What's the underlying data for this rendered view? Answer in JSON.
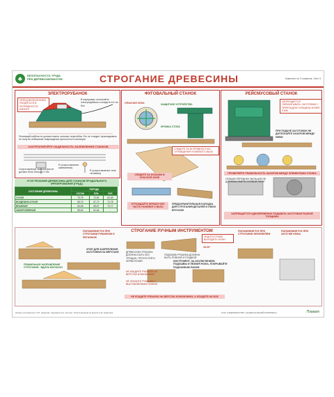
{
  "header": {
    "brand_line1": "БЕЗОПАСНОСТЬ ТРУДА",
    "brand_line2": "ПРИ ДЕРЕВООБРАБОТКЕ",
    "title": "СТРОГАНИЕ ДРЕВЕСИНЫ",
    "set_note": "Комплект из 3 плакатов. Лист 3"
  },
  "planer": {
    "title": "ЭЛЕКТРОРУБАНОК",
    "warn_top": "ПЕРЕД ВКЛЮЧЕНИЕМ УБЕДИТЬСЯ В ИСПРАВНОСТИ КАБЕЛЯ",
    "note1": "В перерывах отключайте электрорубанок и кладите его на бок",
    "note2": "Питающий кабель не должен иметь сильных перегибов. Его не следует прокладывать по полу во избежание повреждения целостности изоляции",
    "check_title": "КОНТРОЛИРУЙТЕ НАДЕЖНОСТЬ ЗАЗЕМЛЕНИЯ СТАНКОВ",
    "resist1": "Сопротивление заземления не должно быть больше 4 Ом",
    "resist2": "R (сопротивление заземления)",
    "resist3": "R (сопротивление тела человека)"
  },
  "modes": {
    "title": "УГОЛ РЕЗАНИЯ ДРЕВЕСИНЫ ДЛЯ СТАНКОВ ПРОДОЛЬНОГО ФРЕЗЕРОВАНИЯ (ГРАД.)",
    "col_state": "СОСТОЯНИЕ ДРЕВЕСИНЫ",
    "col_species": "ПОРОДА",
    "cols": [
      "СОСНА",
      "ЕЛЬ",
      "БУК"
    ],
    "rows": [
      {
        "mat": "СУХАЯ",
        "v": [
          "70-75",
          "72-81",
          "61-69"
        ]
      },
      {
        "mat": "ВОЗДУШНО-СУХАЯ",
        "v": [
          "65-70",
          "67-72",
          "71-75"
        ]
      },
      {
        "mat": "ВЛАЖНАЯ",
        "v": [
          "60-65",
          "65-67",
          "72-77"
        ]
      },
      {
        "mat": "ЗАМОРОЖЕННАЯ",
        "v": [
          "55-62",
          "61-64",
          "-"
        ]
      }
    ]
  },
  "jointer": {
    "title": "ФУГОВАЛЬНЫЙ СТАНОК",
    "danger": "ОПАСНАЯ ЗОНА",
    "guard": "ЗАЩИТНОЕ УСТРОЙСТВО",
    "edge": "КРОМКА СТОЛА",
    "note_knife": "СЛЕДИТЕ ЗА НОЖАМИ В ОПАСНОЙ ЗОНЕ",
    "check_knives": "СЛЕДИТЕ ЗА ИСПРАВНОСТЬЮ ОГРАЖДЕНИЯ НОЖЕВОГО ВАЛА",
    "bar_note": "ОГРАЖДАЙТЕ НЕРАБОЧУЮ ЧАСТЬ НОЖЕВОГО ВАЛА",
    "push_note": "ПРЕДОХРАНИТЕЛЬНАЯ КОЛОДКА ДЛЯ СТРОГАНИЯ ДЕТАЛЕЙ И УЗКИХ БРУСКОВ"
  },
  "thickness": {
    "title": "РЕЙСМУСОВЫЙ СТАНОК",
    "warn": "ЗАПРЕЩАЕТСЯ ОБРАБАТЫВАТЬ ЗАГОТОВКИ С ПЕРЕПАДОМ ТОЛЩИНЫ БОЛЕЕ 5 ММ",
    "feed_note": "ПРИ ПОДАЧЕ ЗАГОТОВОК НЕ ДОПУСКАЙТЕ ЗАЗОРОВ МЕЖДУ НИМИ",
    "gap_check": "ПРОВЕРЯЙТЕ ПРАВИЛЬНОСТЬ ЗАЗОРОВ МЕЖДУ ЭЛЕМЕНТАМИ СТАНКА",
    "roller_note": "СЕКЦИИ ПЕРЕДНИХ ВАЛЬЦОВ НЕ ДОЛЖНЫ ИМЕТЬ ОСЕВОЙ ЛЮФТ",
    "sync_note": "ЗАПРЕЩАЕТСЯ ОДНОВРЕМЕННО ПОДАВАТЬ ЗАГОТОВКИ РАЗНОЙ ТОЛЩИНЫ"
  },
  "hand": {
    "title": "СТРОГАНИЕ РУЧНЫМ ИНСТРУМЕНТОМ",
    "hands_left": "ПОЛОЖЕНИЕ РУК ПРИ СТРОГАНИИ РУБАНКОМ И ФУГАНКОМ",
    "stop": "УПОР ДЛЯ ЗАКРЕПЛЕНИЯ ЗАГОТОВКИ НА ВЕРСТАКЕ",
    "direction": "ПРАВИЛЬНОЕ НАПРАВЛЕНИЕ СТРОГАНИЯ - ВДОЛЬ ВОЛОКОН",
    "wood": "ДРЕВЕСИНА РУБАНКА ДОЛЖНА БЫТЬ БЕЗ ТРЕЩИН, ПРОГОСТЕЙ И ЧЕРВОТОЧИН",
    "knife_rule": "НЕДОПУСТИМО ВЫХОДИТЬ НОЖУ",
    "angle": "25-30°",
    "sole": "ПОДОШВА РУБАНКА ДОЛЖНА БЫТЬ РОВНОЙ И ГЛАДКОЙ",
    "tool_rule": "ИНСТРУМЕНТ, ЗА ИСКЛЮЧЕНИЕМ ПОДОШВЫ И ЛЕЗВИЯ НОЖА, ПОКРЫВАЙТЕ ПОДСАКНЫМ ЛАКОМ",
    "no_keep": "НЕ КЛАДИТЕ РУБАНОК НА ВЕРСТАК НОЖОМ ВНИЗ",
    "no_blade": "НЕ ХРАНИТЕ РУБАНОК С ВЫСТАВЛЕННЫМ НОЖОМ",
    "bottom_note": "НЕ КЛАДИТЕ РУБАНОК НА ВЕРСТАК НОЖОМ ВНИЗ, А КЛАДИТЕ НА БОК",
    "hands_right": "ПОЛОЖЕНИЕ РУК ПРИ СТРОГАНИИ ЗЕНЗУБЕЛЕМ",
    "sharpen": "ПОЛОЖЕНИЕ РУК ПРИ ЗАТОЧКЕ НОЖА"
  },
  "footer": {
    "left": "Авторы-составители: Л.П. Кувшина. Художник Н.Н. Кеслер. Ответственный за выпуск С.Д. Новичков",
    "right": "ООО «ИЗДАТЕЛЬСТВО «НАЦИОНАЛЬНЫЙ КОМПЛЕКТ»",
    "sig": "Плакат"
  },
  "colors": {
    "accent": "#c0392b",
    "green": "#2e7d32"
  }
}
